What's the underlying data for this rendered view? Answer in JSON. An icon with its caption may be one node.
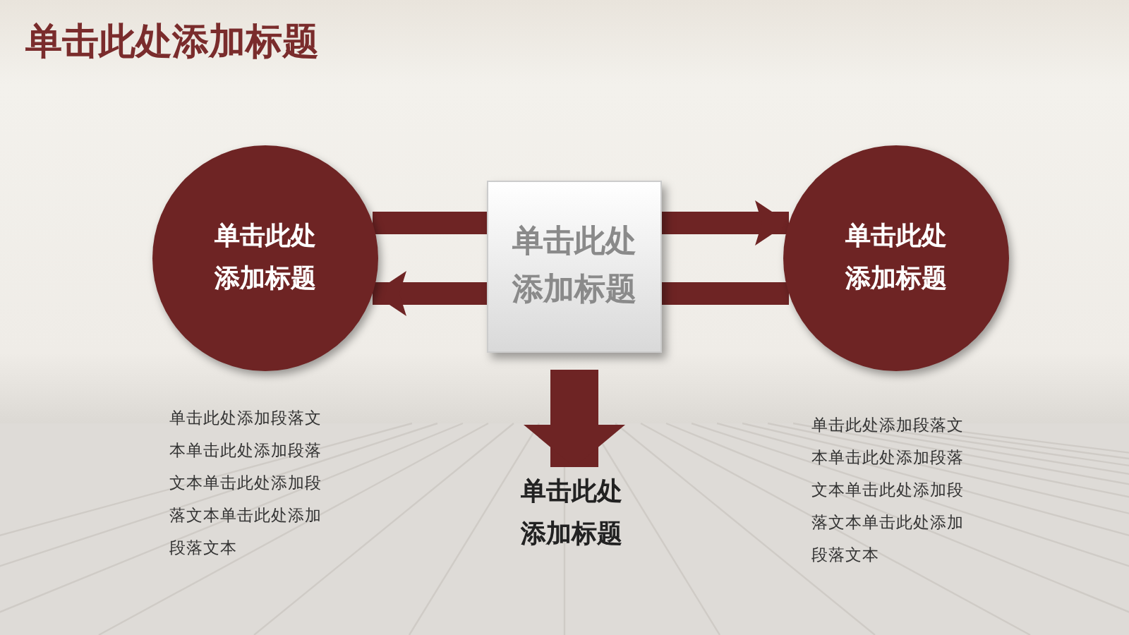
{
  "diagram": {
    "title": "单击此处添加标题",
    "nodes": [
      {
        "text": [
          "单击此处添加标题"
        ],
        "beside": [
          "单击此处添加段落文本单击此处添加段落文本单击此处添加段落文本单击此处添加段落文本"
        ]
      },
      {
        "text": [
          "单击此处添加标题"
        ]
      },
      {
        "text": [
          "单击此处添加标题"
        ],
        "beside": [
          "单击此处添加段落文本单击此处添加段落文本单击此处添加段落文本单击此处添加段落文本"
        ]
      },
      {
        "text": [
          "单击此处添加标题"
        ]
      }
    ],
    "edges": [
      {
        "from": 0,
        "to": 1,
        "arrow": "none"
      },
      {
        "from": 1,
        "to": 2,
        "arrow": "to"
      },
      {
        "from": 2,
        "to": 1,
        "arrow": "none"
      },
      {
        "from": 1,
        "to": 0,
        "arrow": "to"
      },
      {
        "from": 1,
        "to": 3,
        "arrow": "to",
        "style": "thick"
      }
    ]
  }
}
